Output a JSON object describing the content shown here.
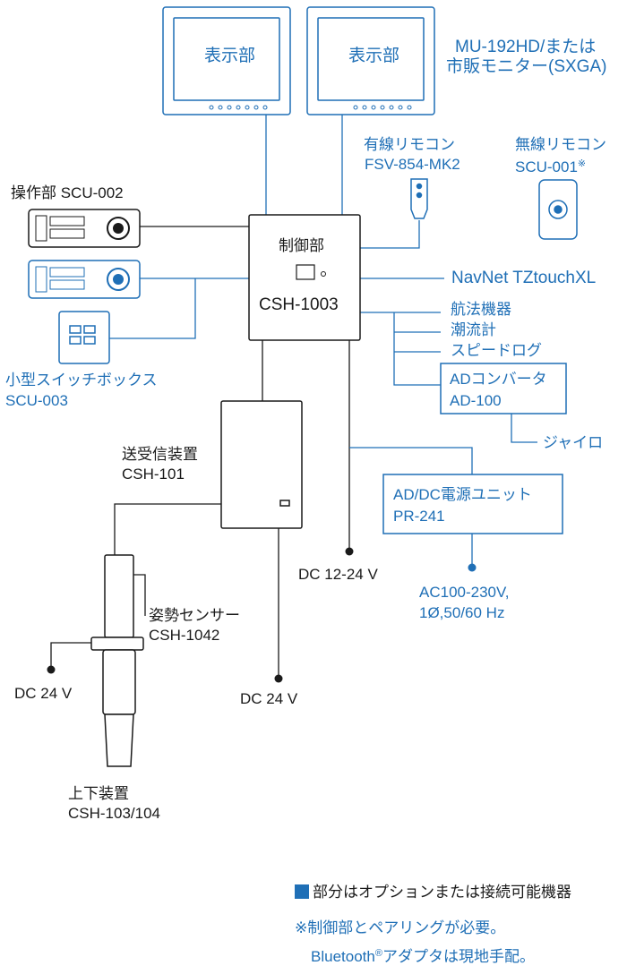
{
  "colors": {
    "option_blue": "#1f6fb6",
    "black": "#1a1a1a"
  },
  "monitors": {
    "left_label": "表示部",
    "right_label": "表示部",
    "model_line1": "MU-192HD/または",
    "model_line2": "市販モニター(SXGA)"
  },
  "wired_remote": {
    "line1": "有線リモコン",
    "line2": "FSV-854-MK2"
  },
  "wireless_remote": {
    "line1": "無線リモコン",
    "line2": "SCU-001",
    "mark": "※"
  },
  "control_unit": {
    "line1": "操作部 SCU-002"
  },
  "processor": {
    "line1": "制御部",
    "line2": "CSH-1003"
  },
  "navnet": "NavNet TZtouchXL",
  "nav_list": [
    "航法機器",
    "潮流計",
    "スピードログ"
  ],
  "ad_converter": {
    "line1": "ADコンバータ",
    "line2": "AD-100"
  },
  "gyro": "ジャイロ",
  "switch_box": {
    "line1": "小型スイッチボックス",
    "line2": "SCU-003"
  },
  "transceiver": {
    "line1": "送受信装置",
    "line2": "CSH-101"
  },
  "power_unit": {
    "line1": "AD/DC電源ユニット",
    "line2": "PR-241"
  },
  "ac_power": {
    "line1": "AC100-230V,",
    "line2": "1Ø,50/60 Hz"
  },
  "dc_12_24": "DC 12-24 V",
  "dc_24_left": "DC 24 V",
  "dc_24_mid": "DC 24 V",
  "motion_sensor": {
    "line1": "姿勢センサー",
    "line2": "CSH-1042"
  },
  "hull_unit": {
    "line1": "上下装置",
    "line2": "CSH-103/104"
  },
  "legend": {
    "text": "部分はオプションまたは接続可能機器"
  },
  "note": {
    "line1": "※制御部とペアリングが必要。",
    "line2_prefix": "Bluetooth",
    "line2_reg": "®",
    "line2_suffix": "アダプタは現地手配。"
  }
}
